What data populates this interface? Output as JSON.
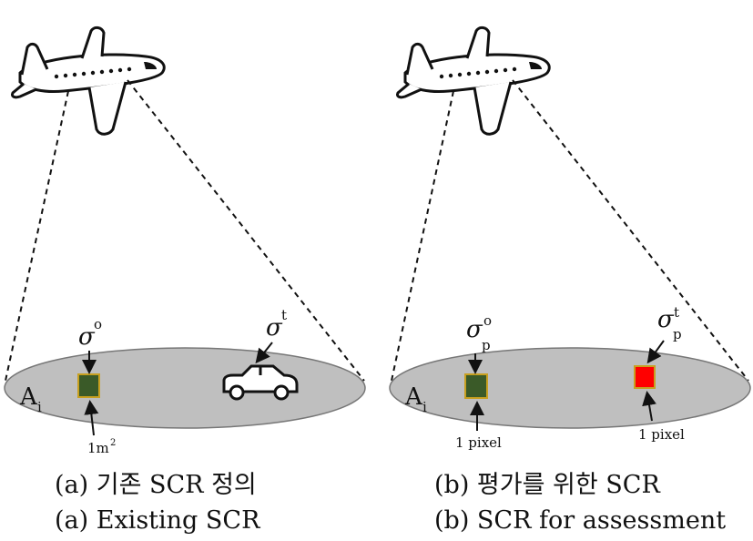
{
  "panel_a": {
    "area_label": "A",
    "area_sub": "i",
    "clutter_symbol": "σ",
    "clutter_sup": "o",
    "target_symbol": "σ",
    "target_sup": "t",
    "cell_label": "1m",
    "cell_label_sup": "2",
    "caption_ko": "(a)  기존  SCR  정의",
    "caption_en": "(a)  Existing  SCR"
  },
  "panel_b": {
    "area_label": "A",
    "area_sub": "i",
    "clutter_symbol": "σ",
    "clutter_sub": "p",
    "clutter_sup": "o",
    "target_symbol": "σ",
    "target_sub": "p",
    "target_sup": "t",
    "clutter_pixel_label": "1 pixel",
    "target_pixel_label": "1 pixel",
    "caption_ko": "(b)  평가를  위한  SCR",
    "caption_en": "(b)  SCR  for  assessment"
  },
  "colors": {
    "ground": "#bfbfbf",
    "clutter_cell": "#3a5a28",
    "cell_border": "#c8a020",
    "target_cell": "#ff0000"
  }
}
